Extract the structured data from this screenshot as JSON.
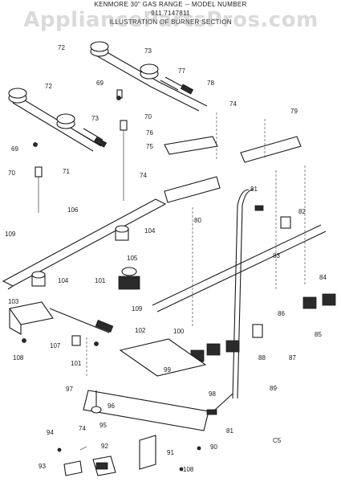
{
  "header": {
    "line1": "KENMORE 30\" GAS RANGE -- MODEL NUMBER",
    "line2": "911.7147811",
    "line3": "ILLUSTRATION OF BURNER SECTION"
  },
  "watermark": "AppliancePartsPros.com",
  "corner_mark": "C5",
  "part_labels": [
    "72",
    "73",
    "77",
    "78",
    "72",
    "73",
    "69",
    "70",
    "76",
    "69",
    "70",
    "71",
    "74",
    "75",
    "79",
    "74",
    "106",
    "80",
    "81",
    "82",
    "109",
    "104",
    "105",
    "83",
    "104",
    "101",
    "84",
    "103",
    "109",
    "86",
    "102",
    "100",
    "85",
    "107",
    "88",
    "87",
    "108",
    "101",
    "99",
    "89",
    "97",
    "98",
    "96",
    "95",
    "81",
    "94",
    "74",
    "92",
    "91",
    "90",
    "93",
    "108"
  ],
  "colors": {
    "ink": "#1a1a1a",
    "paper": "#ffffff",
    "watermark": "#969696"
  }
}
